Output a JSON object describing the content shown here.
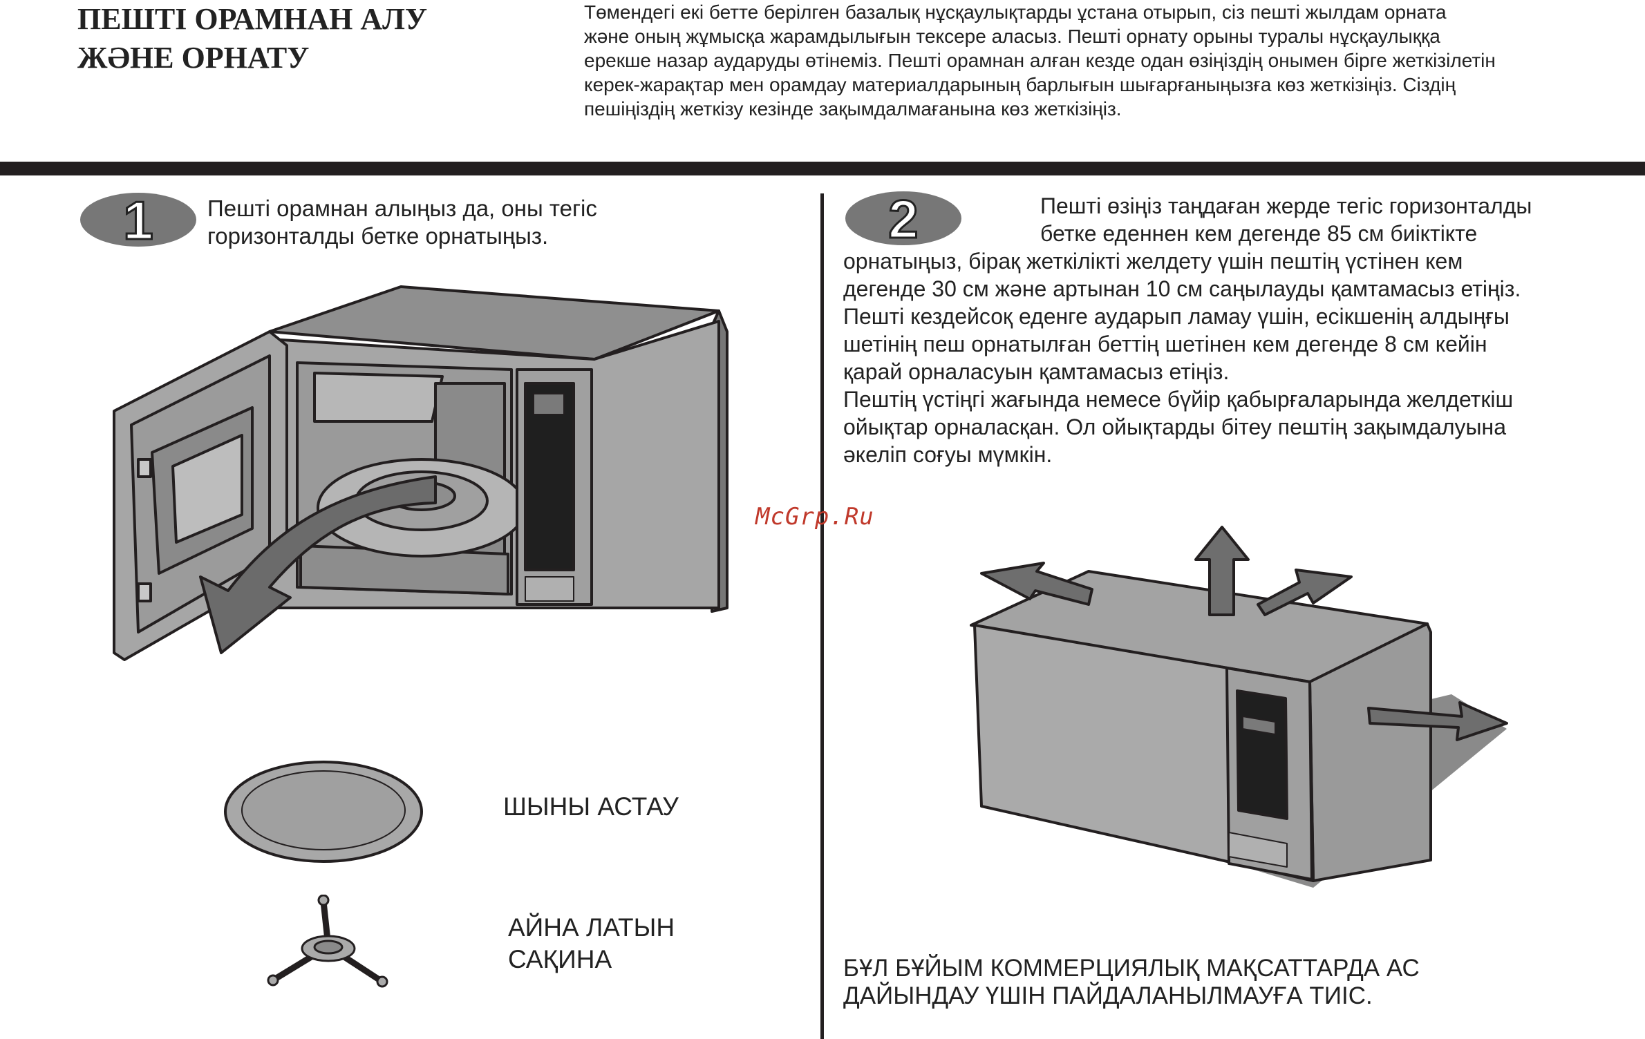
{
  "header": {
    "title_lines": [
      "ПЕШТІ ОРАМНАН АЛУ",
      "ЖӘНЕ ОРНАТУ"
    ],
    "intro_lines": [
      "Төмендегі екі бетте берілген базалық нұсқаулықтарды ұстана отырып, сіз пешті жылдам орната",
      "және оның жұмысқа жарамдылығын тексере алаcыз. Пешті орнату орыны туралы нұсқаулыққа",
      "ерекше назар аударуды өтінеміз. Пешті орамнан алған кезде одан өзіңіздің онымен бірге жеткізілетін",
      "керек-жарақтар мен орамдау материалдарының барлығын шығарғаныңызға көз жеткізіңіз. Сіздің",
      "пешіңіздің жеткізу кезінде зақымдалмағанына көз жеткізіңіз."
    ]
  },
  "step1": {
    "number": "1",
    "text_lines": [
      "Пешті орамнан алыңыз да, оны тегіс",
      "горизонталды бетке орнатыңыз."
    ]
  },
  "accessories": {
    "glass_tray": "ШЫНЫ АСТАУ",
    "roller_ring_lines": [
      "АЙНА  ЛАТЫН",
      "САҚИНА"
    ]
  },
  "step2": {
    "number": "2",
    "head_lines": [
      "Пешті өзіңіз таңдаған жерде тегіс  горизонталды",
      "бетке еденнен кем дегенде 85 см биіктікте"
    ],
    "body_lines": [
      "орнатыңыз, бірақ жеткілікті желдету үшін пештің  үстінен кем",
      "дегенде 30 см және артынан 10 см саңылауды  қамтамасыз етіңіз.",
      "Пешті кездейсоқ еденге аударып ламау үшін,  есікшенің алдыңғы",
      "шетінің пеш орнатылған беттің шетінен кем  дегенде 8 см  кейін",
      "қарай орналасуын қамтамасыз етіңіз.",
      "Пештің  үстіңгі жағында немесе  бүйір  қабырғаларында желдеткіш",
      "ойықтар орналасқан. Ол ойықтарды бітеу пештің зақымдалуына",
      "әкеліп соғуы мүмкін."
    ]
  },
  "warning_lines": [
    "БҰЛ БҰЙЫМ  КОММЕРЦИЯЛЫҚ  МАҚСАТТАРДА  АС",
    "ДАЙЫНДАУ ҮШІН ПАЙДАЛАНЫЛМАУҒА ТИІС."
  ],
  "watermark": "McGrp.Ru",
  "colors": {
    "ink": "#231f20",
    "appliance_gray": "#a6a6a6",
    "badge_gray": "#777777"
  }
}
